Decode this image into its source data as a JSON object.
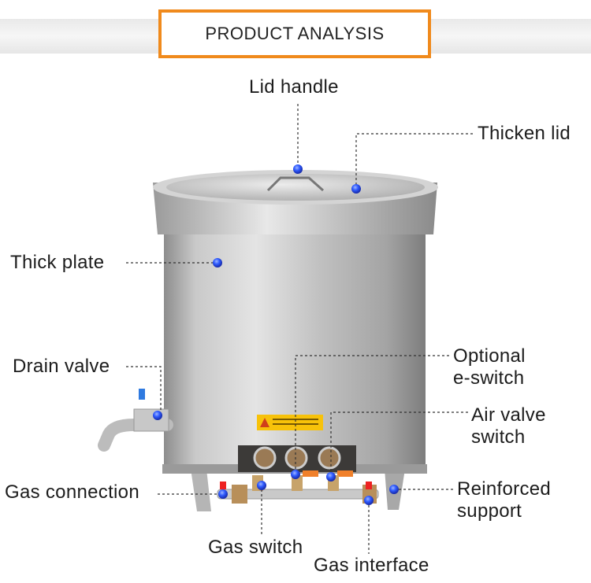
{
  "header": {
    "title": "PRODUCT ANALYSIS"
  },
  "labels": {
    "lid_handle": "Lid handle",
    "thicken_lid": "Thicken lid",
    "thick_plate": "Thick plate",
    "drain_valve": "Drain valve",
    "optional_eswitch_line1": "Optional",
    "optional_eswitch_line2": "e-switch",
    "air_valve_line1": "Air valve",
    "air_valve_line2": "switch",
    "reinforced_line1": "Reinforced",
    "reinforced_line2": "support",
    "gas_connection": "Gas connection",
    "gas_switch": "Gas switch",
    "gas_interface": "Gas interface"
  },
  "colors": {
    "accent": "#f08a1c",
    "marker": "#2f5bff",
    "steel": "#b9b9b9"
  }
}
